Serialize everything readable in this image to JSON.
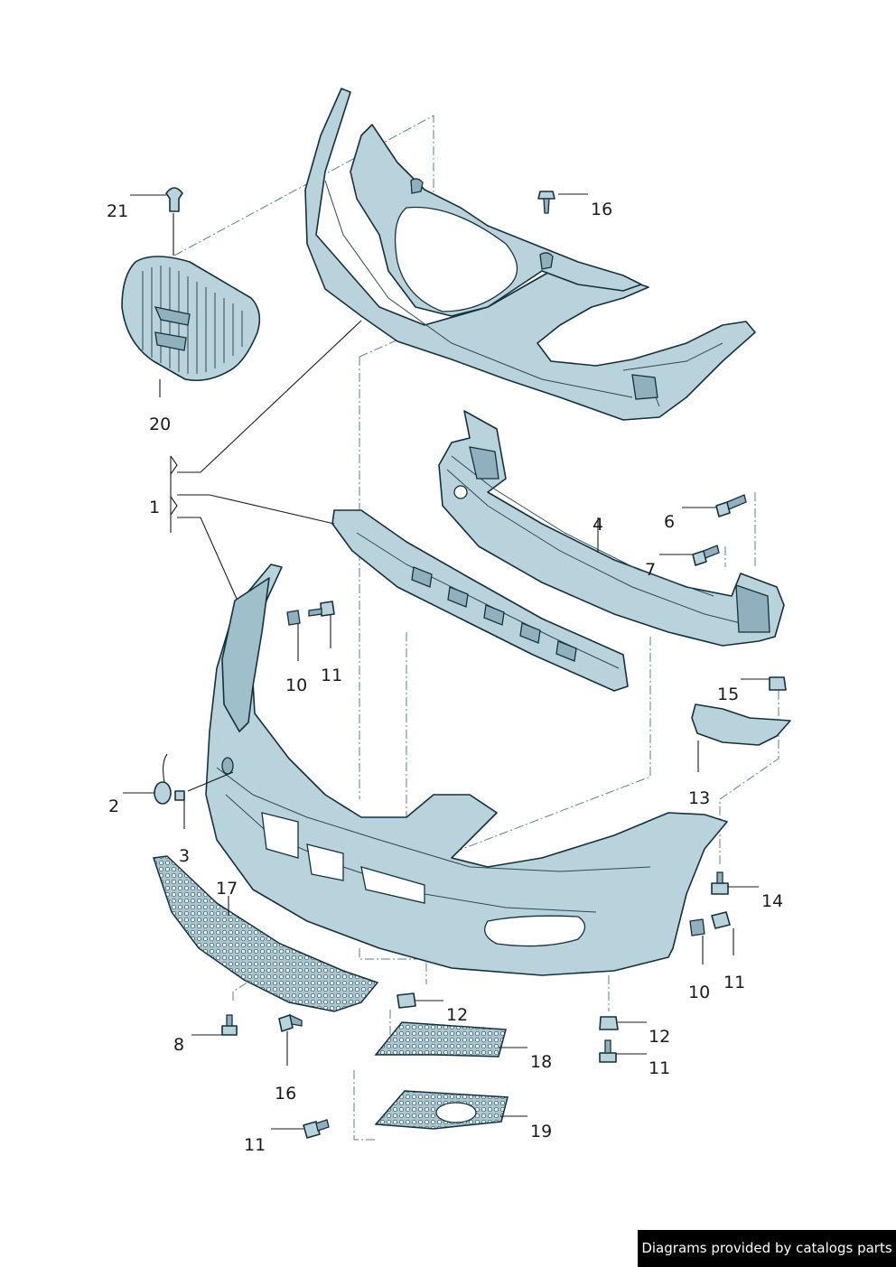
{
  "callouts": {
    "c1": "1",
    "c2": "2",
    "c3": "3",
    "c4": "4",
    "c6": "6",
    "c7": "7",
    "c8": "8",
    "c10a": "10",
    "c10b": "10",
    "c11a": "11",
    "c11b": "11",
    "c11c": "11",
    "c11d": "11",
    "c12a": "12",
    "c12b": "12",
    "c13": "13",
    "c14": "14",
    "c15": "15",
    "c16a": "16",
    "c16b": "16",
    "c17": "17",
    "c18": "18",
    "c19": "19",
    "c20": "20",
    "c21": "21"
  },
  "footer": {
    "credit": "Diagrams provided by catalogs parts"
  },
  "colors": {
    "part_fill": "#b9d3dc",
    "outline": "#16303a",
    "mesh_fill": "#a9c6d0",
    "credit_bg": "#000000"
  }
}
